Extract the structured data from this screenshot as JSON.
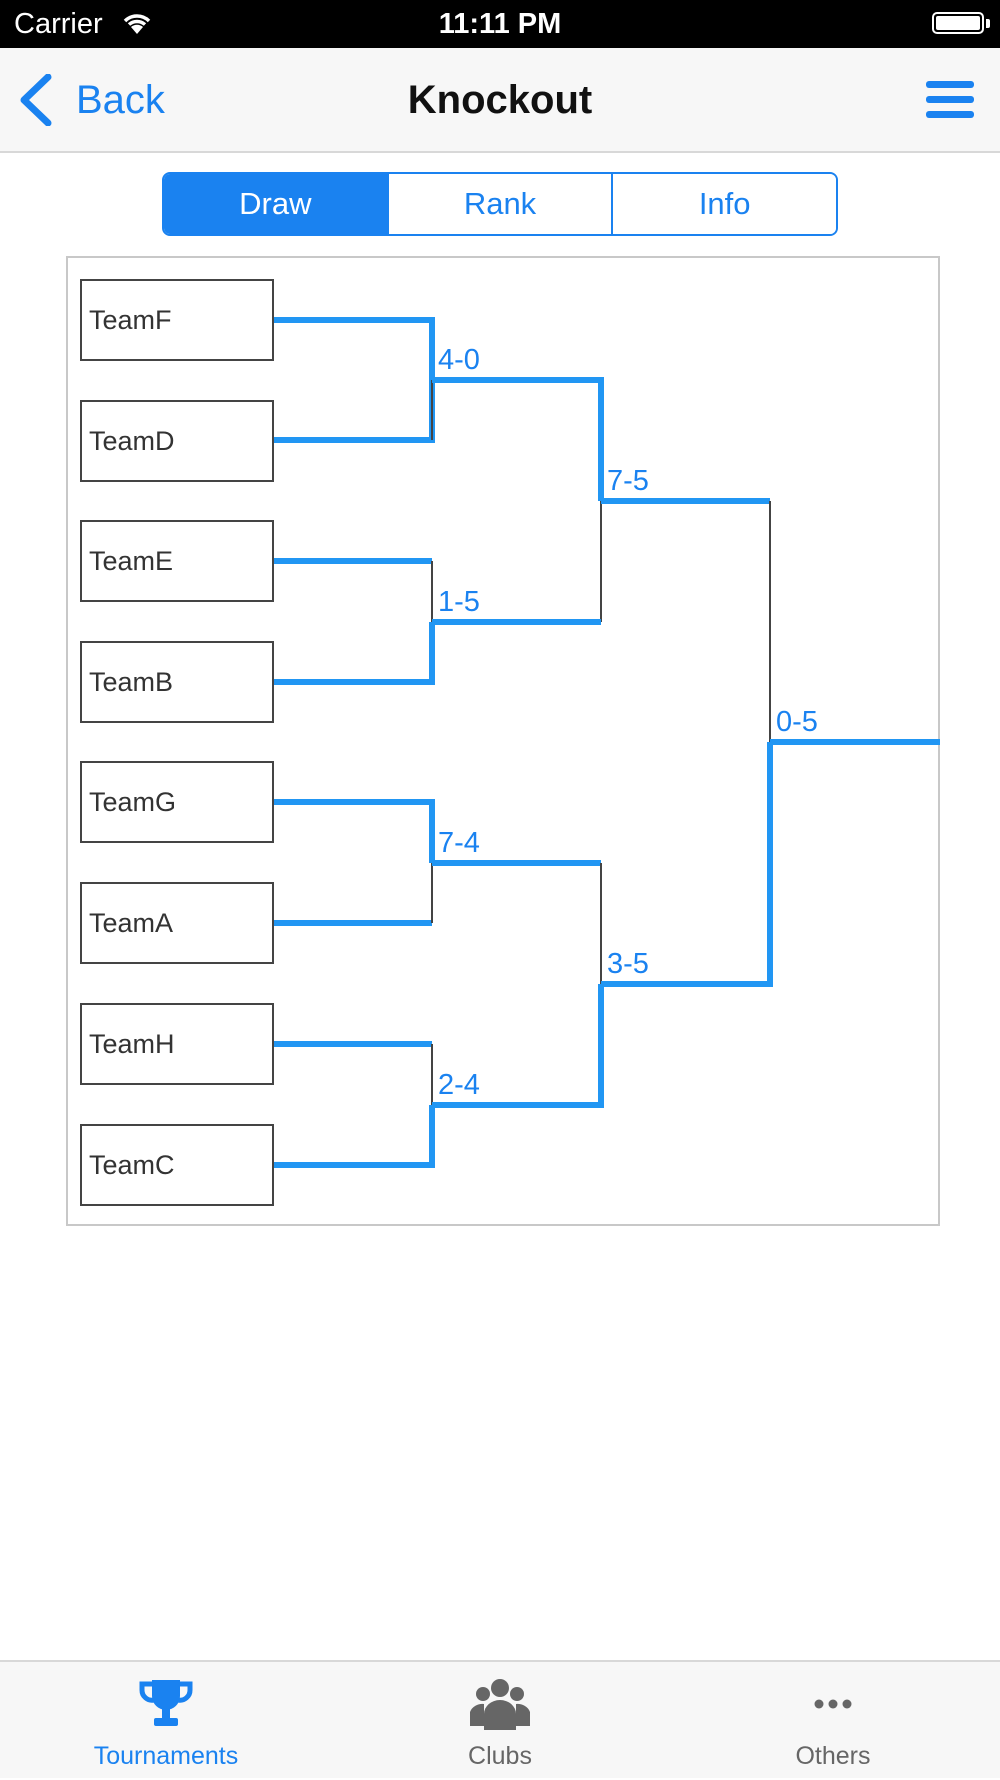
{
  "status_bar": {
    "carrier": "Carrier",
    "time": "11:11 PM"
  },
  "nav": {
    "back_label": "Back",
    "title": "Knockout"
  },
  "segments": [
    {
      "label": "Draw",
      "active": true
    },
    {
      "label": "Rank",
      "active": false
    },
    {
      "label": "Info",
      "active": false
    }
  ],
  "bracket": {
    "teams": [
      "TeamF",
      "TeamD",
      "TeamE",
      "TeamB",
      "TeamG",
      "TeamA",
      "TeamH",
      "TeamC"
    ],
    "round1_scores": [
      "4-0",
      "1-5",
      "7-4",
      "2-4"
    ],
    "round2_scores": [
      "7-5",
      "3-5"
    ],
    "final_score": "0-5",
    "colors": {
      "winner_path": "#2196f3",
      "loser_path": "#444444"
    }
  },
  "tabbar": [
    {
      "label": "Tournaments",
      "icon": "trophy-icon",
      "active": true
    },
    {
      "label": "Clubs",
      "icon": "group-icon",
      "active": false
    },
    {
      "label": "Others",
      "icon": "more-icon",
      "active": false
    }
  ],
  "colors": {
    "accent": "#1a82f0"
  }
}
